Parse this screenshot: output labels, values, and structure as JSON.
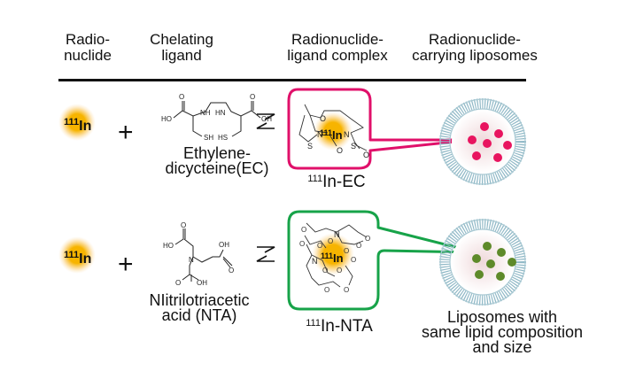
{
  "headers": [
    {
      "line1": "Radio-",
      "line2": "nuclide"
    },
    {
      "line1": "Chelating",
      "line2": "ligand"
    },
    {
      "line1": "Radionuclide-",
      "line2": "ligand complex"
    },
    {
      "line1": "Radionuclide-",
      "line2": "carrying liposomes"
    }
  ],
  "rows": [
    {
      "radionuclide": {
        "mass": "111",
        "symbol": "In"
      },
      "operator": "+",
      "ligand_name_line1": "Ethylene-",
      "ligand_name_line2": "dicycteine(EC)",
      "ligand_atoms": [
        "HO",
        "OH",
        "NH",
        "HN",
        "SH",
        "HS",
        "O",
        "O"
      ],
      "equilibrium": "reversible",
      "complex_label": {
        "mass": "111",
        "rest": "In-EC"
      },
      "complex_atoms": [
        "N",
        "N",
        "S",
        "S",
        "O",
        "O",
        "O"
      ],
      "callout_color": "#e0106a",
      "payload_color": "#e8145f"
    },
    {
      "radionuclide": {
        "mass": "111",
        "symbol": "In"
      },
      "operator": "+",
      "ligand_name_line1": "NIitrilotriacetic",
      "ligand_name_line2": "acid (NTA)",
      "ligand_atoms": [
        "HO",
        "OH",
        "N",
        "OH",
        "O",
        "O",
        "O"
      ],
      "equilibrium": "reversible",
      "complex_label": {
        "mass": "111",
        "rest": "In-NTA"
      },
      "complex_atoms": [
        "N",
        "N",
        "O"
      ],
      "callout_color": "#17a349",
      "payload_color": "#5e8a2a"
    }
  ],
  "footnote": {
    "line1": "Liposomes with",
    "line2": "same lipid composition",
    "line3": "and size"
  },
  "colors": {
    "nuclide_glow": "#f6b400",
    "membrane": "#8fb8c6",
    "liposome_core": "#f3e3e3"
  }
}
